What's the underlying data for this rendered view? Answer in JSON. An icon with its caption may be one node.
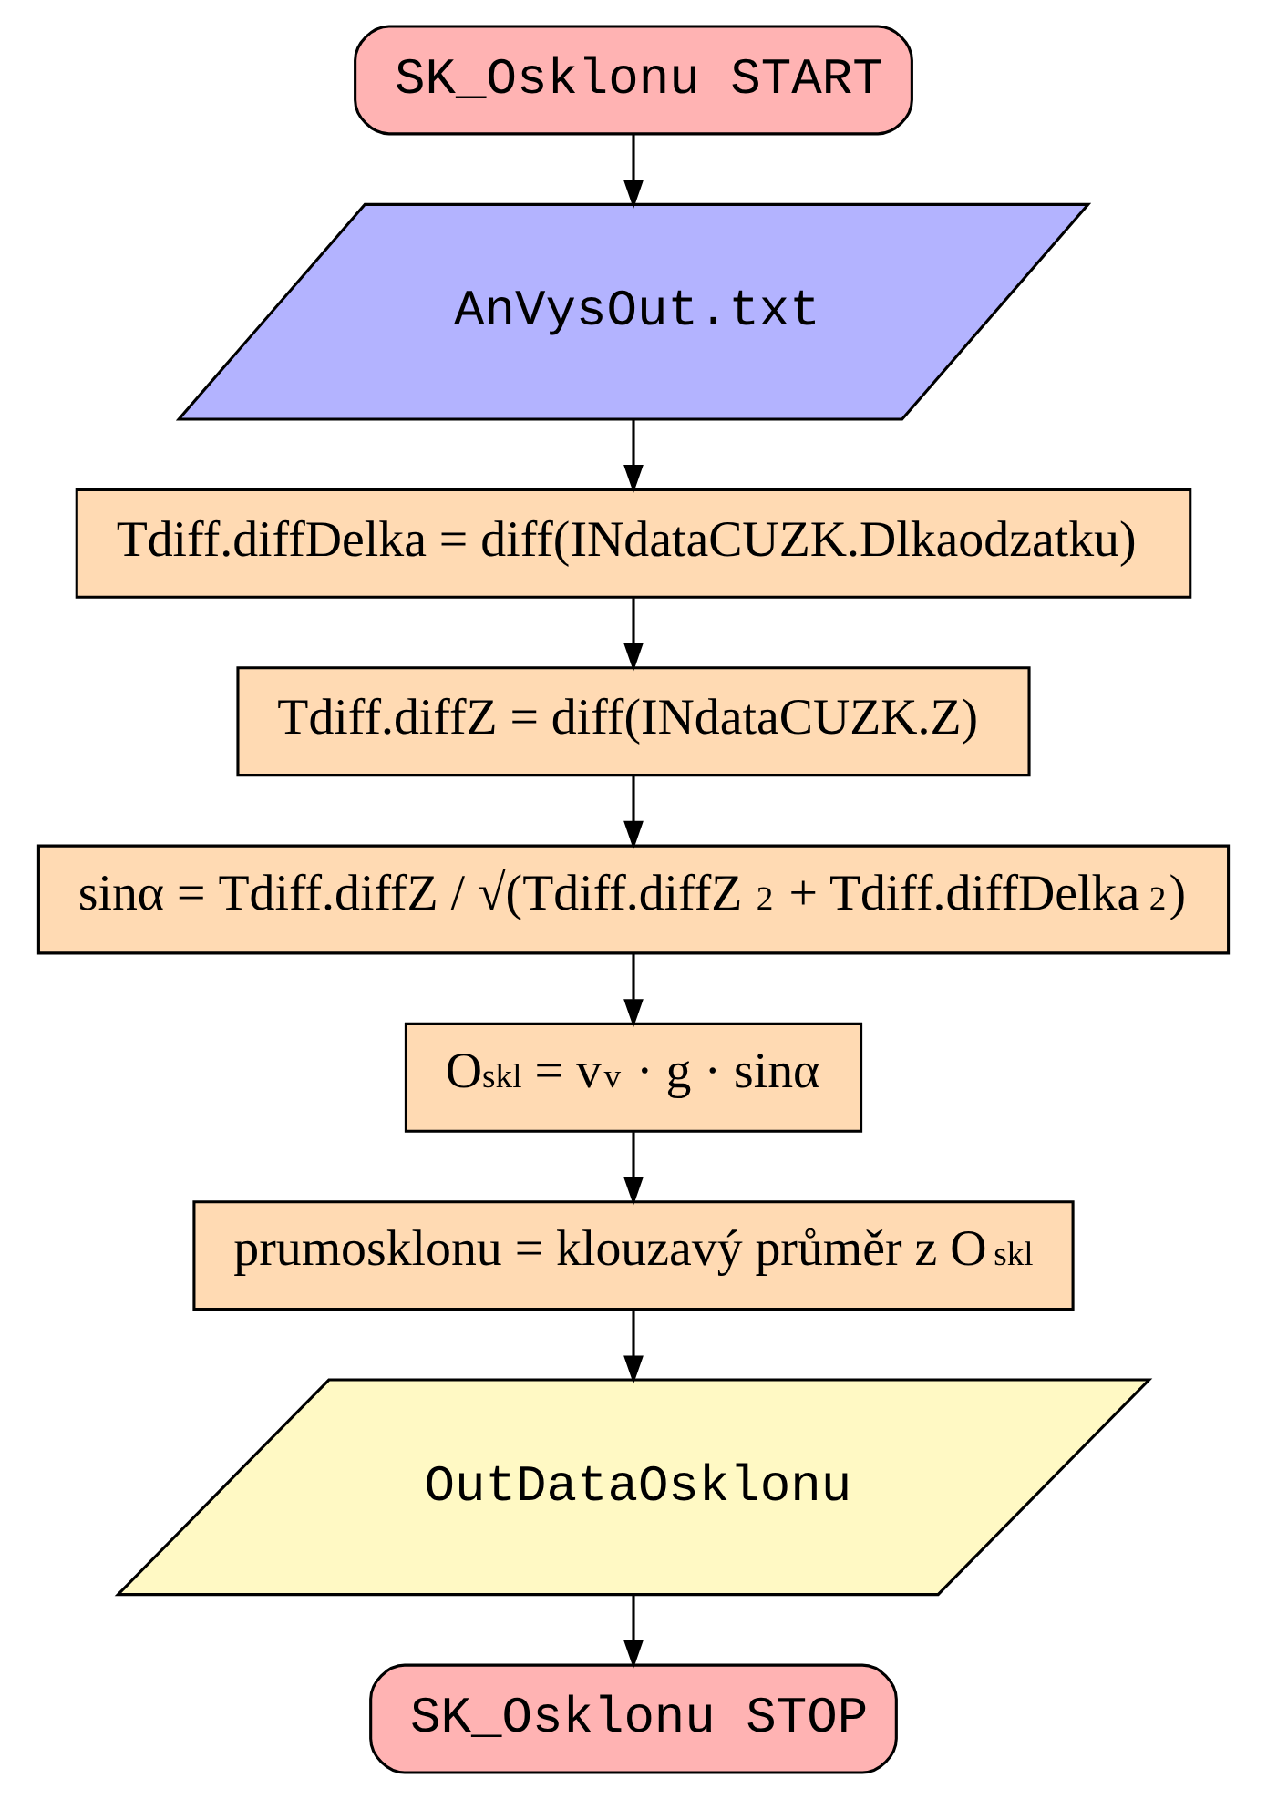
{
  "diagram": {
    "nodes": [
      {
        "text": [
          "SK_Osklonu START"
        ]
      },
      {
        "text": [
          "AnVysOut.txt"
        ]
      },
      {
        "text": [
          "Tdiff.diffDelka = diff(INdataCUZK.Dlkaodzatku)"
        ]
      },
      {
        "text": [
          "Tdiff.diffZ = diff(INdataCUZK.Z)"
        ]
      },
      {
        "text": [
          "sinα = Tdiff.diffZ / √(Tdiff.diffZ$^{2}$ + Tdiff.diffDelka$^{2}$)"
        ]
      },
      {
        "text": [
          "O$_{skl}$ = v$_{v}$ · g · sinα"
        ]
      },
      {
        "text": [
          "prumosklonu = klouzavý průměr z O$_{skl}$"
        ]
      },
      {
        "text": [
          "OutDataOsklonu"
        ]
      },
      {
        "text": [
          "SK_Osklonu STOP"
        ]
      }
    ],
    "edges": [
      {
        "from": 0,
        "to": 1,
        "arrow": "to"
      },
      {
        "from": 1,
        "to": 2,
        "arrow": "to"
      },
      {
        "from": 2,
        "to": 3,
        "arrow": "to"
      },
      {
        "from": 3,
        "to": 4,
        "arrow": "to"
      },
      {
        "from": 4,
        "to": 5,
        "arrow": "to"
      },
      {
        "from": 5,
        "to": 6,
        "arrow": "to"
      },
      {
        "from": 6,
        "to": 7,
        "arrow": "to"
      },
      {
        "from": 7,
        "to": 8,
        "arrow": "to"
      }
    ]
  }
}
